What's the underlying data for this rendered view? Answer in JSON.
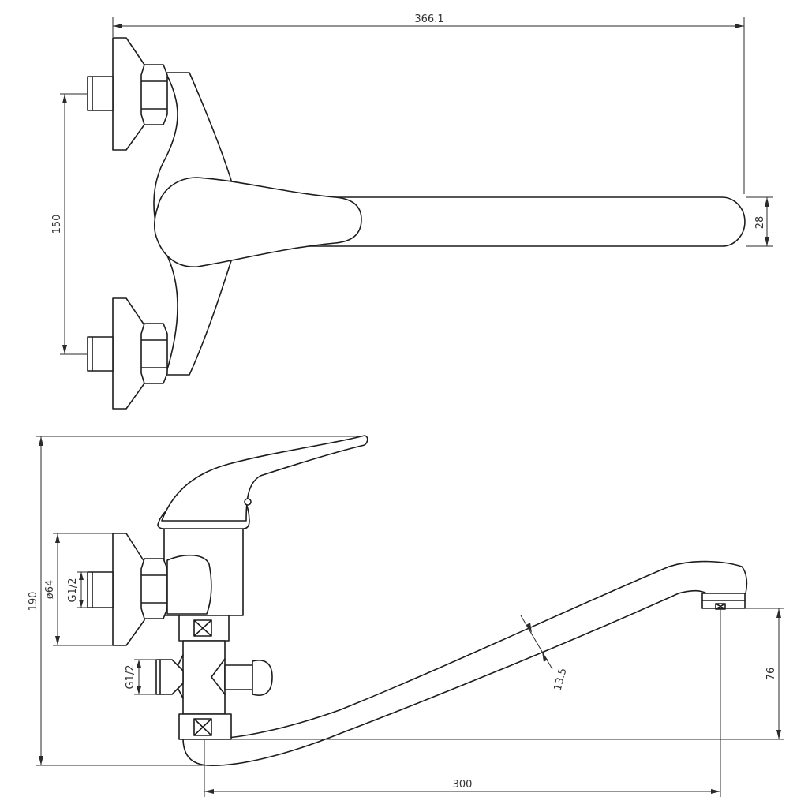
{
  "dimensions": {
    "overall_width": "366.1",
    "inlet_spacing": "150",
    "spout_width": "28",
    "overall_height": "190",
    "flange_diameter": "ø64",
    "inlet_thread": "G1/2",
    "diverter_thread": "G1/2",
    "spout_tube": "13.5",
    "outlet_height": "76",
    "spout_reach": "300"
  }
}
